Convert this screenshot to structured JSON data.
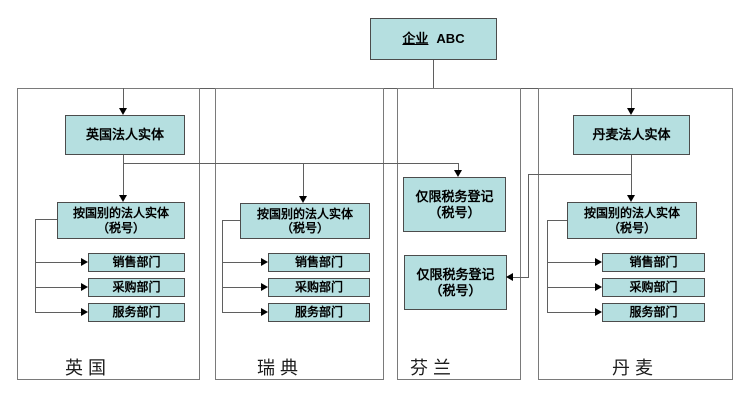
{
  "diagram": {
    "root": {
      "name_part1": "企业",
      "name_part2": "ABC"
    },
    "countries": [
      {
        "name": "英国",
        "entity": "英国法人实体",
        "tax_entity": {
          "line1": "按国别的法人实体",
          "line2": "（税号）"
        },
        "departments": [
          "销售部门",
          "采购部门",
          "服务部门"
        ]
      },
      {
        "name": "瑞典",
        "tax_entity": {
          "line1": "按国别的法人实体",
          "line2": "（税号）"
        },
        "departments": [
          "销售部门",
          "采购部门",
          "服务部门"
        ]
      },
      {
        "name": "芬兰",
        "tax_registrations": [
          {
            "line1": "仅限税务登记",
            "line2": "（税号）"
          },
          {
            "line1": "仅限税务登记",
            "line2": "（税号）"
          }
        ]
      },
      {
        "name": "丹麦",
        "entity": "丹麦法人实体",
        "tax_entity": {
          "line1": "按国别的法人实体",
          "line2": "（税号）"
        },
        "departments": [
          "销售部门",
          "采购部门",
          "服务部门"
        ]
      }
    ],
    "colors": {
      "box_fill": "#b5dfe0",
      "box_border": "#4c4c4c",
      "connector_line": "#5f5f5f",
      "container_border": "#7a7a7a"
    }
  }
}
